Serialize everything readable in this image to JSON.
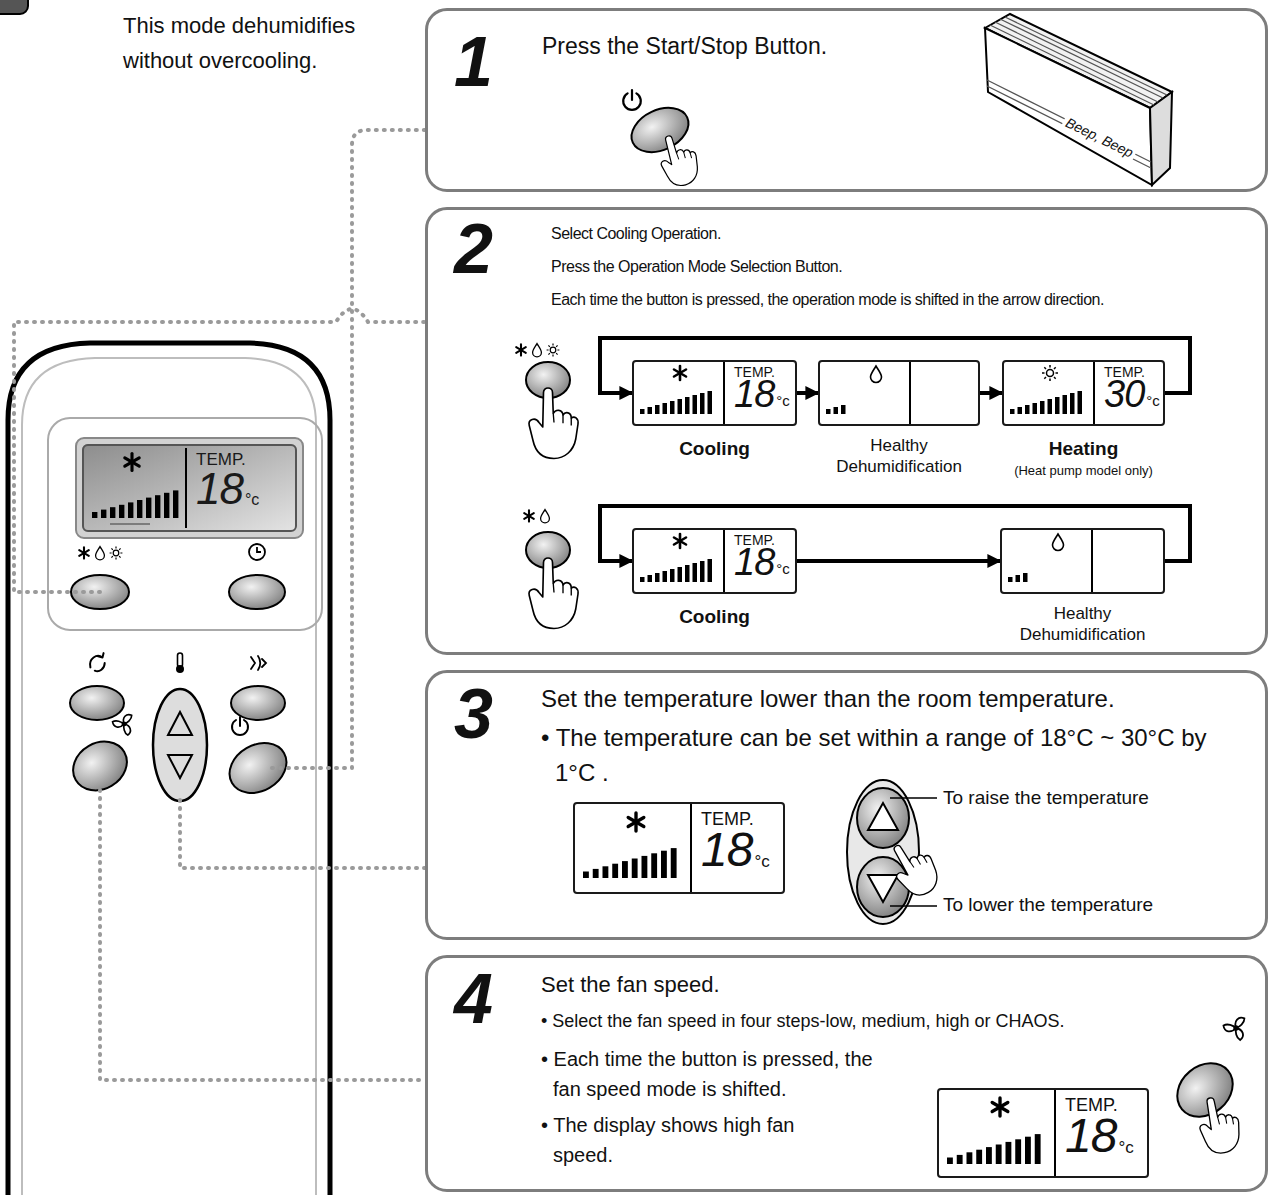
{
  "diagram": {
    "nodes": [
      {
        "text": [
          "1",
          "Press the Start/Stop Button."
        ]
      },
      {
        "text": [
          "2",
          "Select Cooling Operation.",
          "Press the Operation Mode Selection Button.",
          "Each time the button is pressed, the operation mode is shifted in the arrow direction."
        ]
      },
      {
        "text": [
          "TEMP.",
          "18",
          "°c",
          "Cooling"
        ],
        "in": 1
      },
      {
        "text": [
          "Healthy Dehumidification"
        ],
        "in": 1
      },
      {
        "text": [
          "TEMP.",
          "30",
          "°c",
          "Heating",
          "(Heat pump model only)"
        ],
        "in": 1
      },
      {
        "text": [
          "TEMP.",
          "18",
          "°c",
          "Cooling"
        ],
        "in": 1
      },
      {
        "text": [
          "Healthy Dehumidification"
        ],
        "in": 1
      },
      {
        "text": [
          "3",
          "Set the temperature lower than the room temperature.",
          "• The temperature can be set within a range of 18°C ~ 30°C by 1°C ."
        ]
      },
      {
        "text": [
          "TEMP.",
          "18",
          "°c"
        ],
        "in": 7
      },
      {
        "text": [
          "4",
          "Set the fan speed.",
          "• Select the fan speed in four steps-low, medium, high or CHAOS.",
          "• Each time the button is pressed, the fan speed mode is shifted.",
          "• The display shows high fan speed."
        ]
      },
      {
        "text": [
          "TEMP.",
          "18",
          "°c"
        ],
        "in": 9
      },
      {
        "text": [
          "TEMP.",
          "18",
          "°c"
        ]
      }
    ],
    "edges": [
      {
        "from": 2,
        "to": 3,
        "arrow": "to"
      },
      {
        "from": 3,
        "to": 4,
        "arrow": "to"
      },
      {
        "from": 4,
        "to": 2,
        "arrow": "to"
      },
      {
        "from": 5,
        "to": 6,
        "arrow": "to"
      },
      {
        "from": 6,
        "to": 5,
        "arrow": "to"
      }
    ],
    "labels": [
      "This mode dehumidifies without overcooling.",
      "Beep, Beep",
      "To raise the temperature",
      "To lower the temperature"
    ]
  }
}
